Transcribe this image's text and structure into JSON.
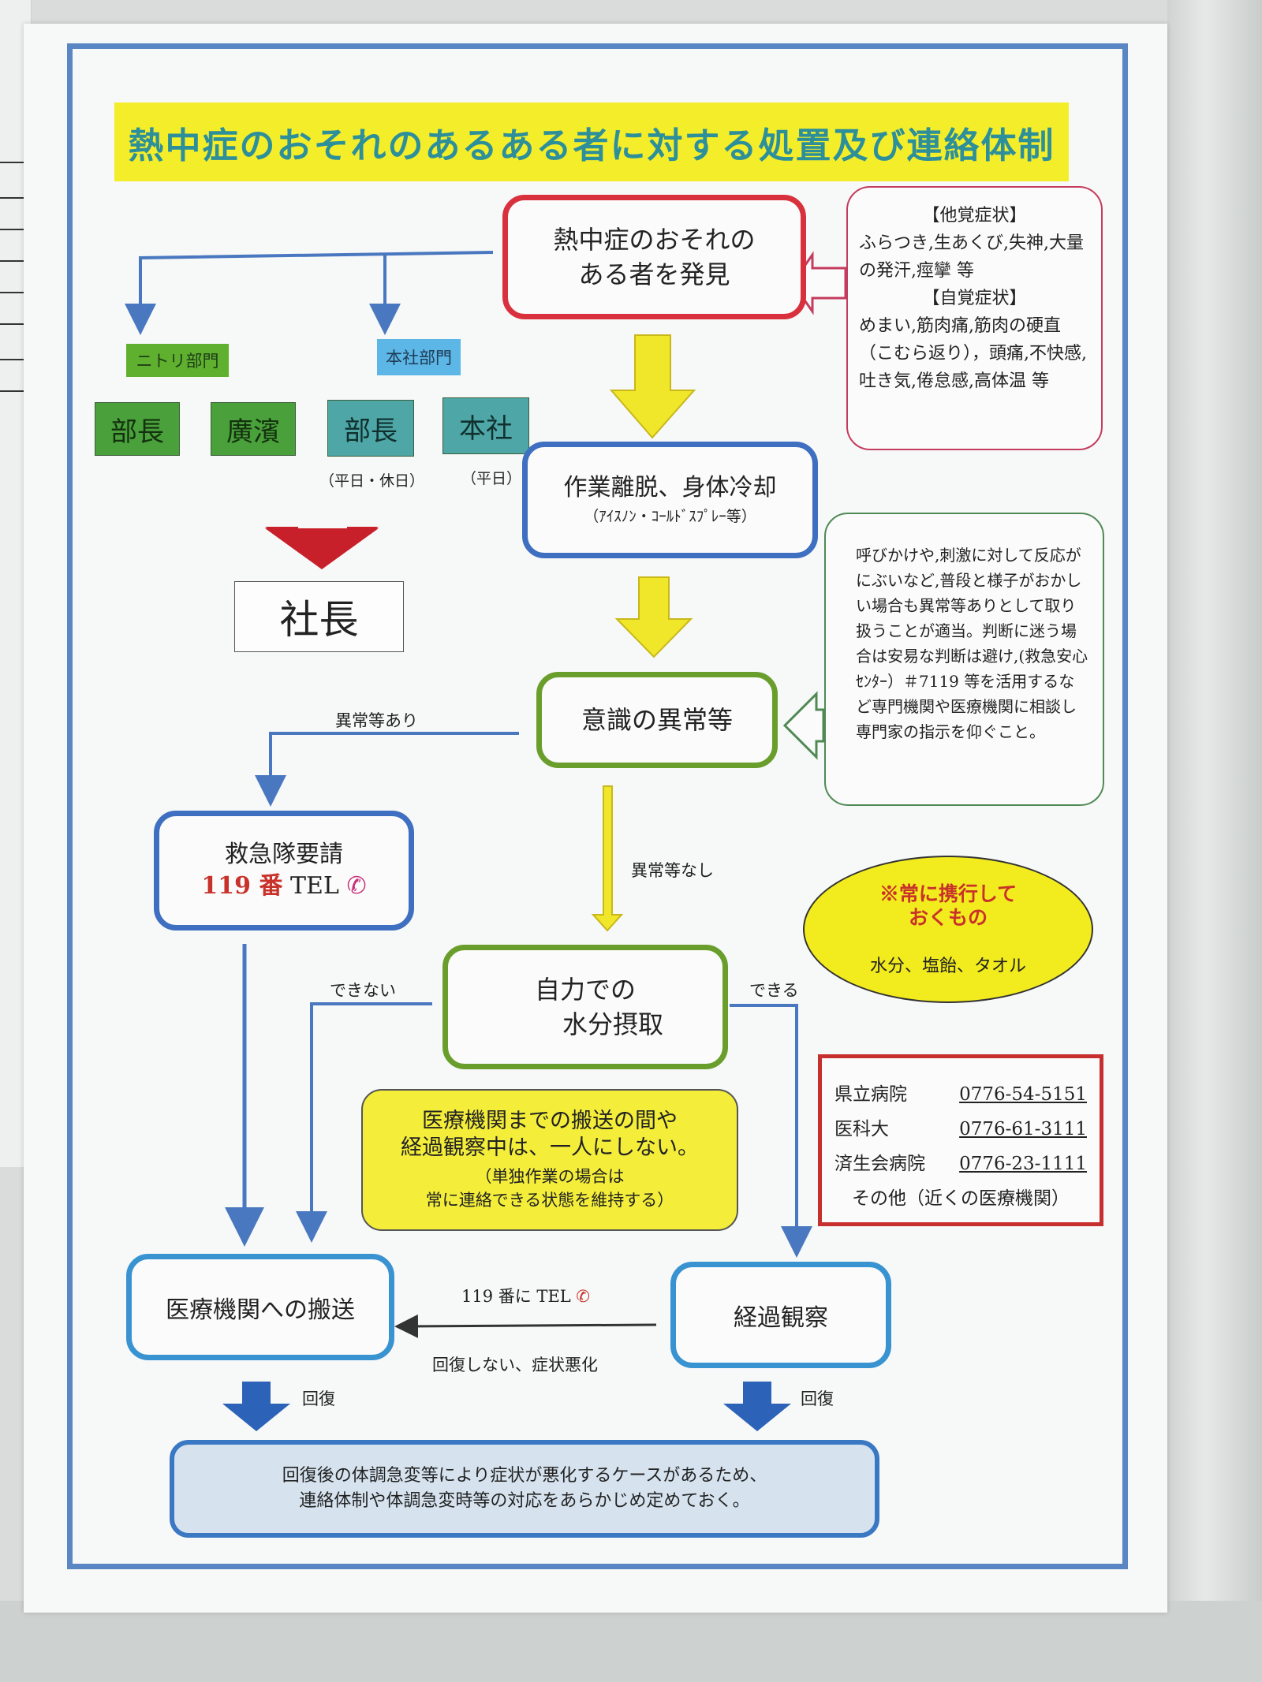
{
  "title": "熱中症のおそれのあるある者に対する処置及び連絡体制",
  "discover": {
    "line1": "熱中症のおそれの",
    "line2": "ある者を発見"
  },
  "symptoms": {
    "others_header": "【他覚症状】",
    "others_text": "ふらつき,生あくび,失神,大量の発汗,痙攣 等",
    "self_header": "【自覚症状】",
    "self_text": "めまい,筋肉痛,筋肉の硬直（こむら返り），頭痛,不快感,吐き気,倦怠感,高体温 等"
  },
  "departments": {
    "nitori": "ニトリ部門",
    "honsha": "本社部門"
  },
  "contacts": [
    {
      "label": "部長"
    },
    {
      "label": "廣濱"
    },
    {
      "label": "部長",
      "note": "（平日・休日）"
    },
    {
      "label": "本社",
      "note": "（平日）"
    }
  ],
  "president": "社長",
  "step_cooling": {
    "line1": "作業離脱、身体冷却",
    "line2": "（ｱｲｽﾉﾝ・ｺｰﾙﾄﾞｽﾌﾟﾚｰ等）"
  },
  "step_consciousness": "意識の異常等",
  "note_green": "呼びかけや,刺激に対して反応がにぶいなど,普段と様子がおかしい場合も異常等ありとして取り扱うことが適当。判断に迷う場合は安易な判断は避け,(救急安心ｾﾝﾀｰ）＃7119 等を活用するなど専門機関や医療機関に相談し専門家の指示を仰ぐこと。",
  "labels": {
    "abnormal_yes": "異常等あり",
    "abnormal_no": "異常等なし",
    "cannot": "できない",
    "can": "できる",
    "tel_119": "119 番に TEL",
    "not_recovered": "回復しない、症状悪化",
    "recover_left": "回復",
    "recover_right": "回復"
  },
  "ambulance": {
    "line1": "救急隊要請",
    "number": "119 番",
    "tel": "TEL"
  },
  "carry": {
    "line1": "※常に携行して",
    "line2": "おくもの",
    "items": "水分、塩飴、タオル"
  },
  "hydration": {
    "line1": "自力での",
    "line2": "水分摂取"
  },
  "hospitals": [
    {
      "name": "県立病院",
      "phone": "0776-54-5151"
    },
    {
      "name": "医科大",
      "phone": "0776-61-3111"
    },
    {
      "name": "済生会病院",
      "phone": "0776-23-1111"
    }
  ],
  "hospitals_other": "その他（近くの医療機関）",
  "yellow_note": {
    "line1": "医療機関までの搬送の間や",
    "line2": "経過観察中は、一人にしない。",
    "line3": "（単独作業の場合は",
    "line4": "常に連絡できる状態を維持する）"
  },
  "transport": "医療機関への搬送",
  "observe": "経過観察",
  "bottom_note": {
    "line1": "回復後の体調急変等により症状が悪化するケースがあるため、",
    "line2": "連絡体制や体調急変時等の対応をあらかじめ定めておく。"
  },
  "colors": {
    "frame": "#5b86c4",
    "title_bg": "#f4ee2a",
    "title_text": "#2c8f9a",
    "arrow_yellow": "#f0e62a",
    "arrow_red": "#c8202a"
  }
}
